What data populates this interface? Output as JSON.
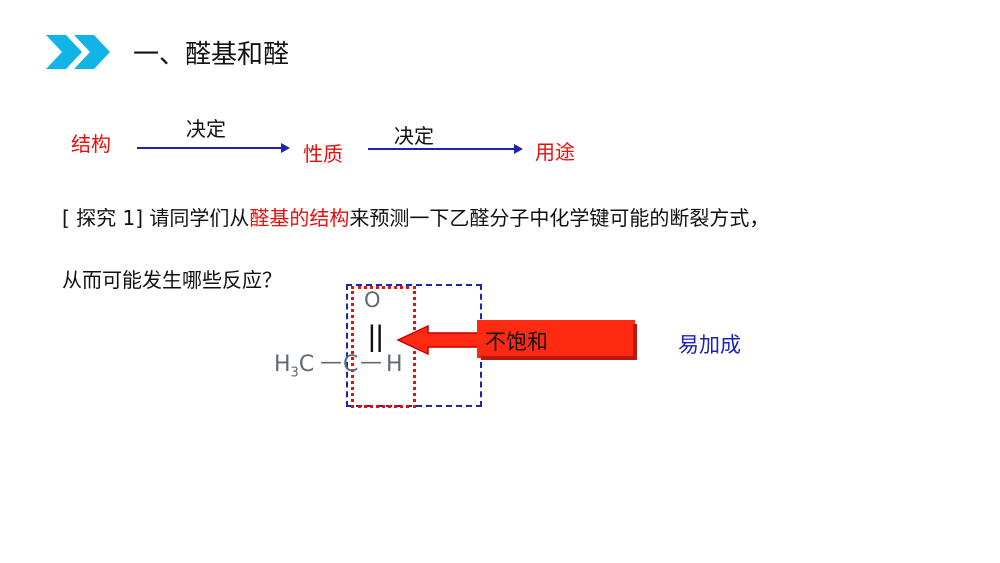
{
  "heading": {
    "title": "一、醛基和醛"
  },
  "flow": {
    "step1": "结构",
    "arrow1": "决定",
    "step2": "性质",
    "arrow2": "决定",
    "step3": "用途"
  },
  "question": {
    "line1_prefix": "[ 探究 1] 请同学们从",
    "line1_highlight": "醛基的结构",
    "line1_suffix": "来预测一下乙醛分子中化学键可能的断裂方式，",
    "line2": "从而可能发生哪些反应？"
  },
  "molecule": {
    "oxygen": "O",
    "double_bond": "||",
    "h": "H",
    "sub3": "3",
    "c": "C",
    "dash": "—",
    "c2": "C",
    "h2": "H"
  },
  "callout": {
    "label": "不饱和"
  },
  "result": {
    "label": "易加成"
  },
  "colors": {
    "accent_cyan": "#12b3e6",
    "red": "#e8100c",
    "blue": "#1d23b5"
  }
}
